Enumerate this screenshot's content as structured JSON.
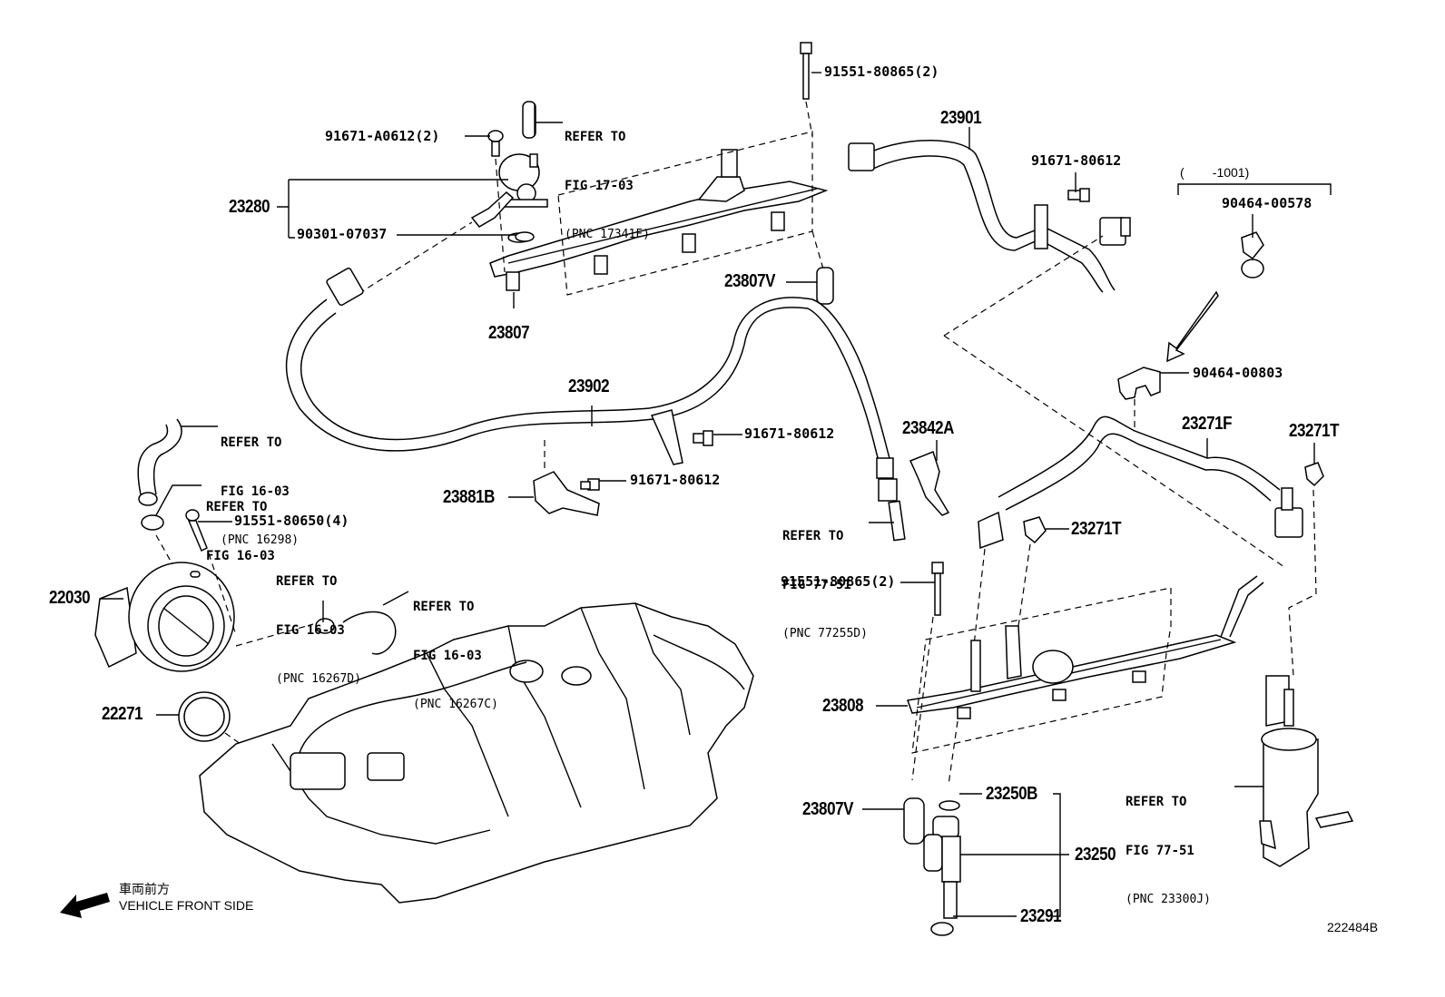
{
  "diagram": {
    "figure_code": "222484B",
    "orientation": {
      "jp_label": "車両前方",
      "en_label": "VEHICLE FRONT SIDE",
      "arrow_icon": "arrow-front-left-icon"
    },
    "bracket_note": "(        -1001)",
    "part_labels": {
      "p91551_80865_top": "91551-80865(2)",
      "p23901": "23901",
      "p91671_a0612": "91671-A0612(2)",
      "p23280": "23280",
      "p90301_07037": "90301-07037",
      "p23807": "23807",
      "p23807v_top": "23807V",
      "p91671_80612_a": "91671-80612",
      "p90464_00578": "90464-00578",
      "p90464_00803": "90464-00803",
      "p23902": "23902",
      "p91671_80612_b": "91671-80612",
      "p91671_80612_c": "91671-80612",
      "p23881b": "23881B",
      "p23842a": "23842A",
      "p23271f": "23271F",
      "p23271t_right": "23271T",
      "p23271t_mid": "23271T",
      "p91551_80650": "91551-80650(4)",
      "p22030": "22030",
      "p22271": "22271",
      "p91551_80865_mid": "91551-80865(2)",
      "p23808": "23808",
      "p23807v_bottom": "23807V",
      "p23250b": "23250B",
      "p23250": "23250",
      "p23291": "23291"
    },
    "refer_notes": [
      {
        "line1": "REFER TO",
        "line2": "FIG 17-03",
        "pnc": "(PNC 17341F)"
      },
      {
        "line1": "REFER TO",
        "line2": "FIG 16-03",
        "pnc": "(PNC 16298)"
      },
      {
        "line1": "REFER TO",
        "line2": "FIG 16-03",
        "pnc": ""
      },
      {
        "line1": "REFER TO",
        "line2": "FIG 16-03",
        "pnc": "(PNC 16267D)"
      },
      {
        "line1": "REFER TO",
        "line2": "FIG 16-03",
        "pnc": "(PNC 16267C)"
      },
      {
        "line1": "REFER TO",
        "line2": "FIG 77-51",
        "pnc": "(PNC 77255D)"
      },
      {
        "line1": "REFER TO",
        "line2": "FIG 77-51",
        "pnc": "(PNC 23300J)"
      }
    ]
  }
}
